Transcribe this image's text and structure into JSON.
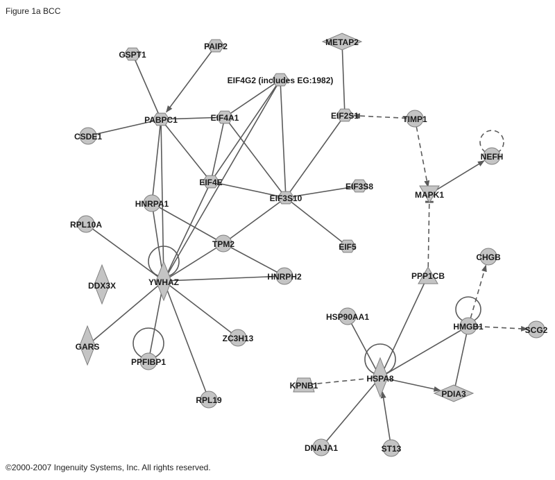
{
  "title": "Figure 1a BCC",
  "copyright": "©2000-2007 Ingenuity Systems, Inc. All rights reserved.",
  "colors": {
    "node_fill": "#c4c4c4",
    "node_stroke": "#7f7f7f",
    "edge": "#5a5a5a"
  },
  "nodes": [
    {
      "id": "GSPT1",
      "label": "GSPT1",
      "shape": "hexagon"
    },
    {
      "id": "PAIP2",
      "label": "PAIP2",
      "shape": "hexagon"
    },
    {
      "id": "METAP2",
      "label": "METAP2",
      "shape": "diamond-wide"
    },
    {
      "id": "EIF4G2",
      "label": "EIF4G2 (includes EG:1982)",
      "shape": "hexagon"
    },
    {
      "id": "PABPC1",
      "label": "PABPC1",
      "shape": "hexagon"
    },
    {
      "id": "EIF4A1",
      "label": "EIF4A1",
      "shape": "hexagon"
    },
    {
      "id": "EIF2S1",
      "label": "EIF2S1",
      "shape": "hexagon"
    },
    {
      "id": "TIMP1",
      "label": "TIMP1",
      "shape": "circle"
    },
    {
      "id": "CSDE1",
      "label": "CSDE1",
      "shape": "circle"
    },
    {
      "id": "NEFH",
      "label": "NEFH",
      "shape": "circle"
    },
    {
      "id": "EIF4E",
      "label": "EIF4E",
      "shape": "hexagon"
    },
    {
      "id": "EIF3S10",
      "label": "EIF3S10",
      "shape": "hexagon"
    },
    {
      "id": "EIF3S8",
      "label": "EIF3S8",
      "shape": "hexagon"
    },
    {
      "id": "MAPK1",
      "label": "MAPK1",
      "shape": "triangle-down"
    },
    {
      "id": "HNRPA1",
      "label": "HNRPA1",
      "shape": "circle"
    },
    {
      "id": "RPL10A",
      "label": "RPL10A",
      "shape": "circle"
    },
    {
      "id": "TPM2",
      "label": "TPM2",
      "shape": "circle"
    },
    {
      "id": "EIF5",
      "label": "EIF5",
      "shape": "hexagon"
    },
    {
      "id": "CHGB",
      "label": "CHGB",
      "shape": "circle"
    },
    {
      "id": "DDX3X",
      "label": "DDX3X",
      "shape": "diamond-tall"
    },
    {
      "id": "YWHAZ",
      "label": "YWHAZ",
      "shape": "diamond-tall"
    },
    {
      "id": "HNRPH2",
      "label": "HNRPH2",
      "shape": "circle"
    },
    {
      "id": "PPP1CB",
      "label": "PPP1CB",
      "shape": "triangle-up"
    },
    {
      "id": "HSP90AA1",
      "label": "HSP90AA1",
      "shape": "circle"
    },
    {
      "id": "HMGB1",
      "label": "HMGB1",
      "shape": "circle"
    },
    {
      "id": "SCG2",
      "label": "SCG2",
      "shape": "circle"
    },
    {
      "id": "GARS",
      "label": "GARS",
      "shape": "diamond-tall"
    },
    {
      "id": "ZC3H13",
      "label": "ZC3H13",
      "shape": "circle"
    },
    {
      "id": "PPFIBP1",
      "label": "PPFIBP1",
      "shape": "circle"
    },
    {
      "id": "KPNB1",
      "label": "KPNB1",
      "shape": "trapezoid"
    },
    {
      "id": "HSPA8",
      "label": "HSPA8",
      "shape": "diamond-tall"
    },
    {
      "id": "PDIA3",
      "label": "PDIA3",
      "shape": "diamond-wide"
    },
    {
      "id": "RPL19",
      "label": "RPL19",
      "shape": "circle"
    },
    {
      "id": "DNAJA1",
      "label": "DNAJA1",
      "shape": "circle"
    },
    {
      "id": "ST13",
      "label": "ST13",
      "shape": "circle"
    }
  ],
  "edges": [
    {
      "source": "GSPT1",
      "target": "PABPC1",
      "style": "solid",
      "arrow": "none"
    },
    {
      "source": "PAIP2",
      "target": "PABPC1",
      "style": "solid",
      "arrow": "arrow"
    },
    {
      "source": "CSDE1",
      "target": "PABPC1",
      "style": "solid",
      "arrow": "none"
    },
    {
      "source": "PABPC1",
      "target": "EIF4A1",
      "style": "solid",
      "arrow": "none"
    },
    {
      "source": "PABPC1",
      "target": "EIF4E",
      "style": "solid",
      "arrow": "none"
    },
    {
      "source": "PABPC1",
      "target": "HNRPA1",
      "style": "solid",
      "arrow": "none"
    },
    {
      "source": "PABPC1",
      "target": "YWHAZ",
      "style": "solid",
      "arrow": "none"
    },
    {
      "source": "EIF4G2",
      "target": "EIF4A1",
      "style": "solid",
      "arrow": "none"
    },
    {
      "source": "EIF4G2",
      "target": "EIF4E",
      "style": "solid",
      "arrow": "none"
    },
    {
      "source": "EIF4G2",
      "target": "EIF3S10",
      "style": "solid",
      "arrow": "none"
    },
    {
      "source": "EIF4G2",
      "target": "YWHAZ",
      "style": "solid",
      "arrow": "none"
    },
    {
      "source": "EIF4A1",
      "target": "EIF4E",
      "style": "solid",
      "arrow": "none"
    },
    {
      "source": "EIF4A1",
      "target": "EIF3S10",
      "style": "solid",
      "arrow": "none"
    },
    {
      "source": "EIF4E",
      "target": "EIF3S10",
      "style": "solid",
      "arrow": "none"
    },
    {
      "source": "EIF4E",
      "target": "YWHAZ",
      "style": "solid",
      "arrow": "none"
    },
    {
      "source": "METAP2",
      "target": "EIF2S1",
      "style": "solid",
      "arrow": "none"
    },
    {
      "source": "EIF2S1",
      "target": "EIF3S10",
      "style": "solid",
      "arrow": "none"
    },
    {
      "source": "TIMP1",
      "target": "EIF2S1",
      "style": "dashed",
      "arrow": "arrow"
    },
    {
      "source": "TIMP1",
      "target": "MAPK1",
      "style": "dashed",
      "arrow": "arrow"
    },
    {
      "source": "MAPK1",
      "target": "NEFH",
      "style": "solid",
      "arrow": "arrow"
    },
    {
      "source": "EIF3S10",
      "target": "EIF3S8",
      "style": "solid",
      "arrow": "none"
    },
    {
      "source": "EIF3S10",
      "target": "EIF5",
      "style": "solid",
      "arrow": "none"
    },
    {
      "source": "EIF3S10",
      "target": "TPM2",
      "style": "solid",
      "arrow": "none"
    },
    {
      "source": "HNRPA1",
      "target": "TPM2",
      "style": "solid",
      "arrow": "none"
    },
    {
      "source": "HNRPA1",
      "target": "YWHAZ",
      "style": "solid",
      "arrow": "none"
    },
    {
      "source": "TPM2",
      "target": "HNRPH2",
      "style": "solid",
      "arrow": "none"
    },
    {
      "source": "TPM2",
      "target": "YWHAZ",
      "style": "solid",
      "arrow": "none"
    },
    {
      "source": "RPL10A",
      "target": "YWHAZ",
      "style": "solid",
      "arrow": "none"
    },
    {
      "source": "YWHAZ",
      "target": "HNRPH2",
      "style": "solid",
      "arrow": "none"
    },
    {
      "source": "YWHAZ",
      "target": "GARS",
      "style": "solid",
      "arrow": "none"
    },
    {
      "source": "YWHAZ",
      "target": "PPFIBP1",
      "style": "solid",
      "arrow": "none"
    },
    {
      "source": "YWHAZ",
      "target": "ZC3H13",
      "style": "solid",
      "arrow": "none"
    },
    {
      "source": "YWHAZ",
      "target": "RPL19",
      "style": "solid",
      "arrow": "none"
    },
    {
      "source": "PPP1CB",
      "target": "MAPK1",
      "style": "dashed",
      "arrow": "inhibit"
    },
    {
      "source": "HSPA8",
      "target": "PPP1CB",
      "style": "solid",
      "arrow": "none"
    },
    {
      "source": "HSPA8",
      "target": "HSP90AA1",
      "style": "solid",
      "arrow": "none"
    },
    {
      "source": "HSPA8",
      "target": "HMGB1",
      "style": "solid",
      "arrow": "none"
    },
    {
      "source": "HSPA8",
      "target": "PDIA3",
      "style": "solid",
      "arrow": "arrow"
    },
    {
      "source": "HSPA8",
      "target": "KPNB1",
      "style": "dashed",
      "arrow": "none"
    },
    {
      "source": "HSPA8",
      "target": "DNAJA1",
      "style": "solid",
      "arrow": "none"
    },
    {
      "source": "ST13",
      "target": "HSPA8",
      "style": "solid",
      "arrow": "arrow"
    },
    {
      "source": "HMGB1",
      "target": "CHGB",
      "style": "dashed",
      "arrow": "arrow"
    },
    {
      "source": "HMGB1",
      "target": "SCG2",
      "style": "dashed",
      "arrow": "arrow"
    },
    {
      "source": "HMGB1",
      "target": "PDIA3",
      "style": "solid",
      "arrow": "none"
    }
  ],
  "self_loops": [
    {
      "node": "NEFH",
      "style": "dashed"
    },
    {
      "node": "YWHAZ",
      "style": "solid"
    },
    {
      "node": "PPFIBP1",
      "style": "solid"
    },
    {
      "node": "HSPA8",
      "style": "solid"
    },
    {
      "node": "HMGB1",
      "style": "solid"
    }
  ]
}
